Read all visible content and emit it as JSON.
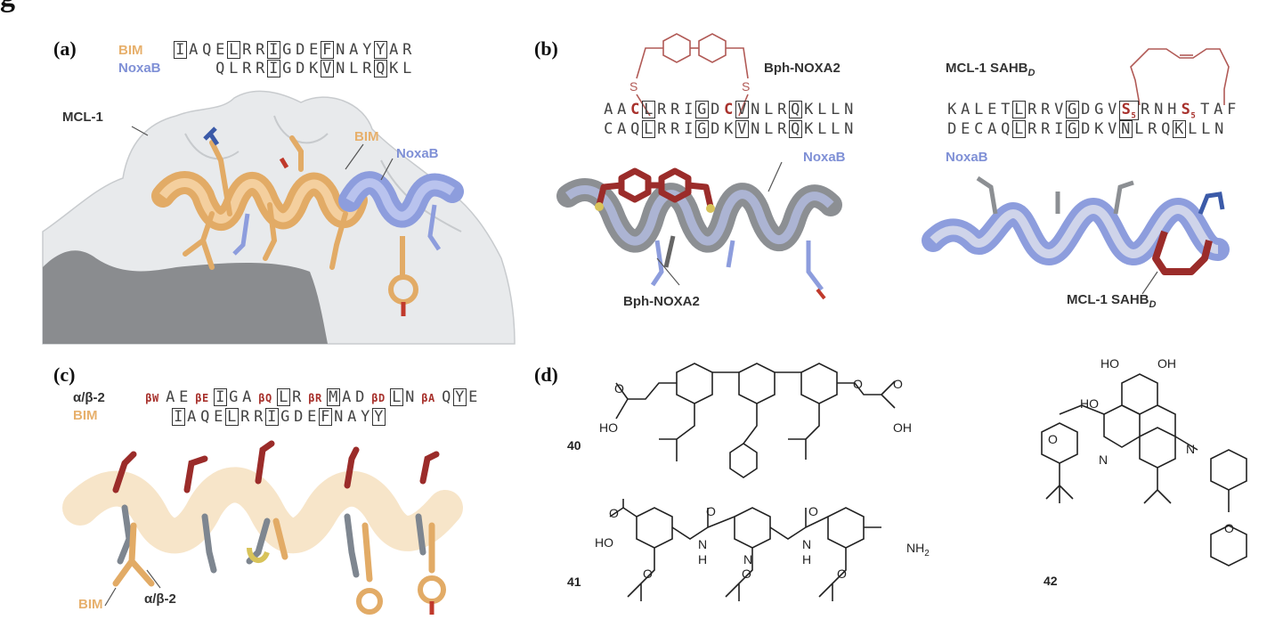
{
  "header": {
    "partial_title_glyph": "g"
  },
  "panels": {
    "a": {
      "letter": "(a)",
      "seq_labels": [
        "BIM",
        "NoxaB"
      ],
      "seq_bim": "IAQELRRIGDEFNAYYAR",
      "seq_noxab": "QLRRIGDKVNLRQKL",
      "labels": {
        "mcl1": "MCL-1",
        "bim": "BIM",
        "noxab": "NoxaB"
      }
    },
    "b": {
      "letter": "(b)",
      "left_title": "Bph-NOXA2",
      "left_seq1": "AACLRRIGDCVNLRQKLLN",
      "left_seq2": "CAQLRRIGDKVNLRQKLLN",
      "left_labels": {
        "noxab": "NoxaB",
        "bph": "Bph-NOXA2"
      },
      "left_linker_atoms": [
        "S",
        "S"
      ],
      "right_title": "MCL-1 SAHB",
      "right_title_sub": "D",
      "right_seq1": "KALETLRRVGDGVSRNHSTAF",
      "right_seq2": "DECAQLRRIGDKVNLRQKLLN",
      "staple_sub": "5",
      "right_labels": {
        "noxab": "NoxaB",
        "sahb": "MCL-1 SAHB",
        "sahb_sub": "D"
      }
    },
    "c": {
      "letter": "(c)",
      "seq_labels": [
        "α/β-2",
        "BIM"
      ],
      "seq_ab": [
        "βW",
        "A",
        "E",
        "βE",
        "I",
        "G",
        "A",
        "βQ",
        "L",
        "R",
        "βR",
        "M",
        "A",
        "D",
        "βD",
        "L",
        "N",
        "βA",
        "Q",
        "Y",
        "E"
      ],
      "seq_bim": "IAQELRRIGDEFNAYY",
      "labels": {
        "bim": "BIM",
        "ab2": "α/β-2"
      }
    },
    "d": {
      "letter": "(d)",
      "compounds": [
        "40",
        "41",
        "42"
      ],
      "atoms_40": [
        "O",
        "O",
        "HO",
        "O",
        "OH"
      ],
      "atoms_41": [
        "O",
        "HO",
        "O",
        "N",
        "H",
        "N",
        "O",
        "N",
        "H",
        "O",
        "NH",
        "2",
        "O",
        "O"
      ],
      "atoms_42": [
        "HO",
        "OH",
        "HO",
        "O",
        "N",
        "N",
        "O"
      ]
    }
  },
  "colors": {
    "bim_orange": "#e7b06c",
    "noxab_blue": "#8d9ddd",
    "linker_red": "#9b2c2a",
    "surface_gray": "#e6e8ea",
    "grey_helix": "#8c8f93"
  }
}
